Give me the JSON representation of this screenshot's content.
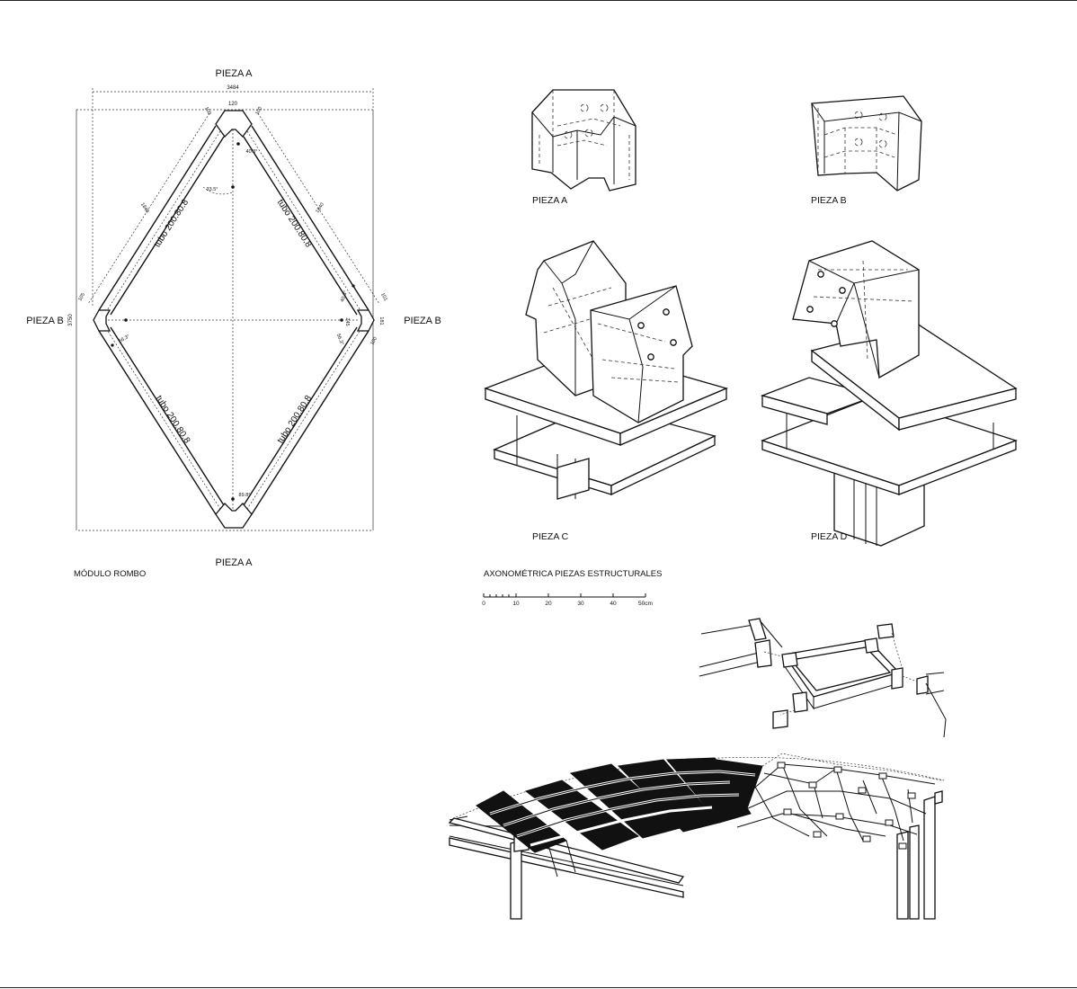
{
  "rhombus": {
    "top_label": "PIEZA A",
    "bottom_label": "PIEZA A",
    "left_label": "PIEZA B",
    "right_label": "PIEZA B",
    "caption": "MÓDULO ROMBO",
    "dim_width": "3484",
    "dim_height": "3750",
    "dim_top_120": "120",
    "dim_top_l": "100",
    "dim_top_r": "100",
    "dim_side_l": "1840",
    "dim_side_r": "1840",
    "dim_left_105": "105",
    "dim_right_101": "101",
    "dim_right_181": "181",
    "dim_right_245": "245",
    "dim_right_100": "100",
    "angle_top_a": "40.3°",
    "angle_top_b": "33.5°",
    "angle_left": "56.3°",
    "angle_right_a": "40.3°",
    "angle_right_b": "56.3°",
    "angle_bottom": "89.8°",
    "tube_tl": "tubo 200.80.8",
    "tube_tr": "tubo 200.80.8",
    "tube_bl": "tubo 200.80.8",
    "tube_br": "tubo 200.80.8"
  },
  "pieces": {
    "a": "PIEZA A",
    "b": "PIEZA B",
    "c": "PIEZA C",
    "d": "PIEZA D",
    "caption": "AXONOMÉTRICA PIEZAS ESTRUCTURALES"
  },
  "scale": {
    "ticks": [
      "0",
      "10",
      "20",
      "30",
      "40",
      "50cm"
    ]
  },
  "colors": {
    "ink": "#111111",
    "panel_fill": "#111111",
    "background": "#ffffff"
  }
}
